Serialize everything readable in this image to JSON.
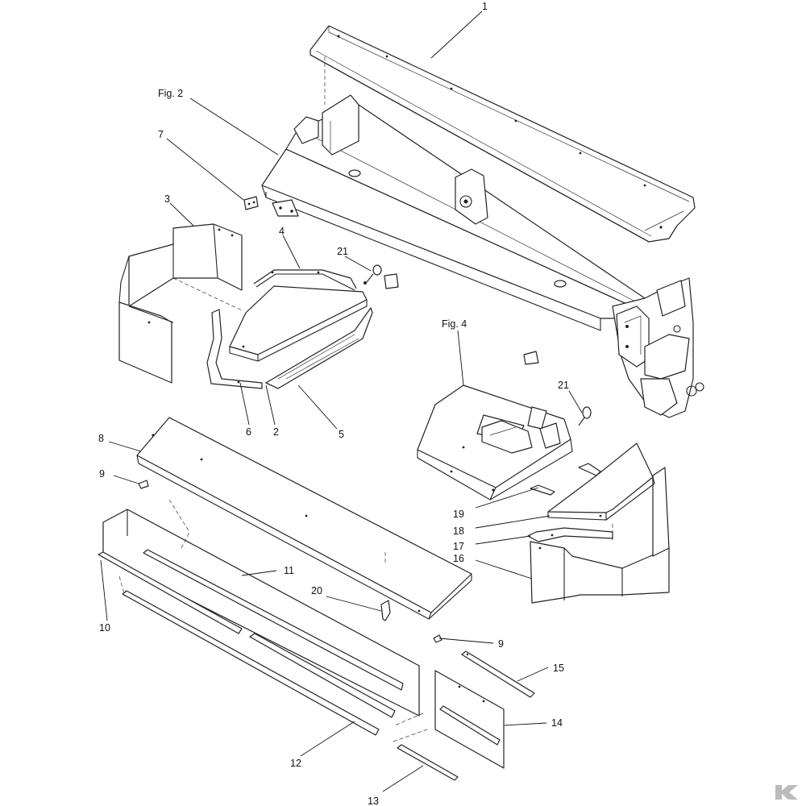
{
  "callouts": {
    "c1": "1",
    "fig2": "Fig. 2",
    "c7": "7",
    "c3": "3",
    "c4": "4",
    "c21a": "21",
    "c6": "6",
    "c2": "2",
    "c5": "5",
    "fig4": "Fig. 4",
    "c21b": "21",
    "c8": "8",
    "c9a": "9",
    "c19": "19",
    "c18": "18",
    "c17": "17",
    "c16": "16",
    "c11": "11",
    "c20": "20",
    "c10": "10",
    "c9b": "9",
    "c15": "15",
    "c14": "14",
    "c12": "12",
    "c13": "13"
  },
  "logo": {
    "icon": "brand-logo-icon",
    "color": "#bbbbbb"
  }
}
